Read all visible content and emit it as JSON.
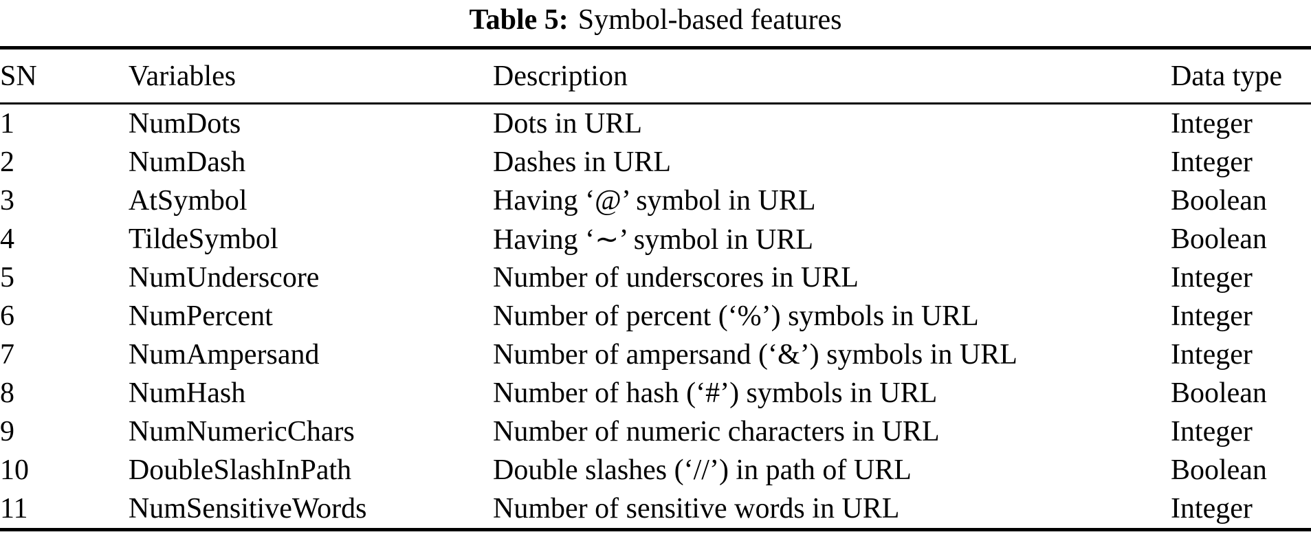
{
  "caption": {
    "label": "Table 5:",
    "title": "Symbol-based features"
  },
  "table": {
    "columns": [
      "SN",
      "Variables",
      "Description",
      "Data type"
    ],
    "rows": [
      {
        "sn": "1",
        "variable": "NumDots",
        "description": "Dots in URL",
        "datatype": "Integer"
      },
      {
        "sn": "2",
        "variable": "NumDash",
        "description": "Dashes in URL",
        "datatype": "Integer"
      },
      {
        "sn": "3",
        "variable": "AtSymbol",
        "description": "Having ‘@’ symbol in URL",
        "datatype": "Boolean"
      },
      {
        "sn": "4",
        "variable": "TildeSymbol",
        "description": "Having ‘∼’ symbol in URL",
        "datatype": "Boolean"
      },
      {
        "sn": "5",
        "variable": "NumUnderscore",
        "description": "Number of underscores in URL",
        "datatype": "Integer"
      },
      {
        "sn": "6",
        "variable": "NumPercent",
        "description": "Number of percent (‘%’) symbols in URL",
        "datatype": "Integer"
      },
      {
        "sn": "7",
        "variable": "NumAmpersand",
        "description": "Number of ampersand (‘&’) symbols in URL",
        "datatype": "Integer"
      },
      {
        "sn": "8",
        "variable": "NumHash",
        "description": "Number of hash (‘#’) symbols in URL",
        "datatype": "Boolean"
      },
      {
        "sn": "9",
        "variable": "NumNumericChars",
        "description": "Number of numeric characters in URL",
        "datatype": "Integer"
      },
      {
        "sn": "10",
        "variable": "DoubleSlashInPath",
        "description": "Double slashes (‘//’) in path of URL",
        "datatype": "Boolean"
      },
      {
        "sn": "11",
        "variable": "NumSensitiveWords",
        "description": "Number of sensitive words in URL",
        "datatype": "Integer"
      }
    ]
  },
  "colors": {
    "text": "#000000",
    "background": "#ffffff",
    "rule": "#000000"
  }
}
